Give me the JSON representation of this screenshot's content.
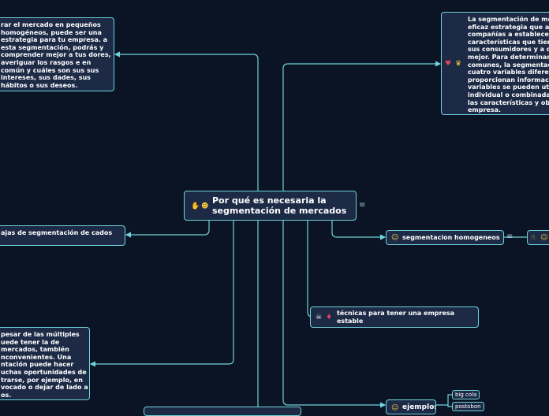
{
  "central": {
    "title": "Por qué es necesaria la segmentación de mercados",
    "icons": [
      "hand-wave-icon",
      "person-icon"
    ]
  },
  "nodes": {
    "top_left": "rar el mercado en pequeños homogéneos, puede ser una estrategia para tu empresa. a esta segmentación, podrás y comprender mejor a tus dores, averiguar los rasgos e en común y cuáles son sus sus intereses, sus dades, sus hábitos o sus deseos.",
    "top_right": "La segmentación de me eficaz estrategia que av compañías a establecer características que tien sus consumidores y a c mejor. Para determinar comunes, la segmentaci cuatro variables diferen proporcionan informaci variables se pueden uti individual o combinada las características y obj empresa.",
    "left_ventajas": "ajas de segmentación de cados",
    "segmentacion": "segmentacion homogeneos",
    "tecnicas": "técnicas para tener una empresa estable",
    "desventajas": "pesar de las múltiples uede tener la de mercados, también nconvenientes. Una ntación puede hacer uchas oportunidades de trarse, por ejemplo, en vocado o dejar de lado a os.",
    "ejemplos": "ejemplos"
  },
  "tags": [
    "big cola",
    "postobon"
  ],
  "icons": {
    "top_right": [
      "heart-icon",
      "trophy-icon"
    ],
    "segmentacion": [
      "smile-icon"
    ],
    "segmentacion_child": [
      "thumbs-up-icon",
      "grin-icon"
    ],
    "tecnicas": [
      "skull-icon",
      "devil-icon"
    ],
    "ejemplos": [
      "laughing-icon"
    ],
    "menu": "menu-icon"
  },
  "colors": {
    "background": "#0b1424",
    "node_fill": "#1c2a45",
    "link": "#6fd3d9"
  }
}
